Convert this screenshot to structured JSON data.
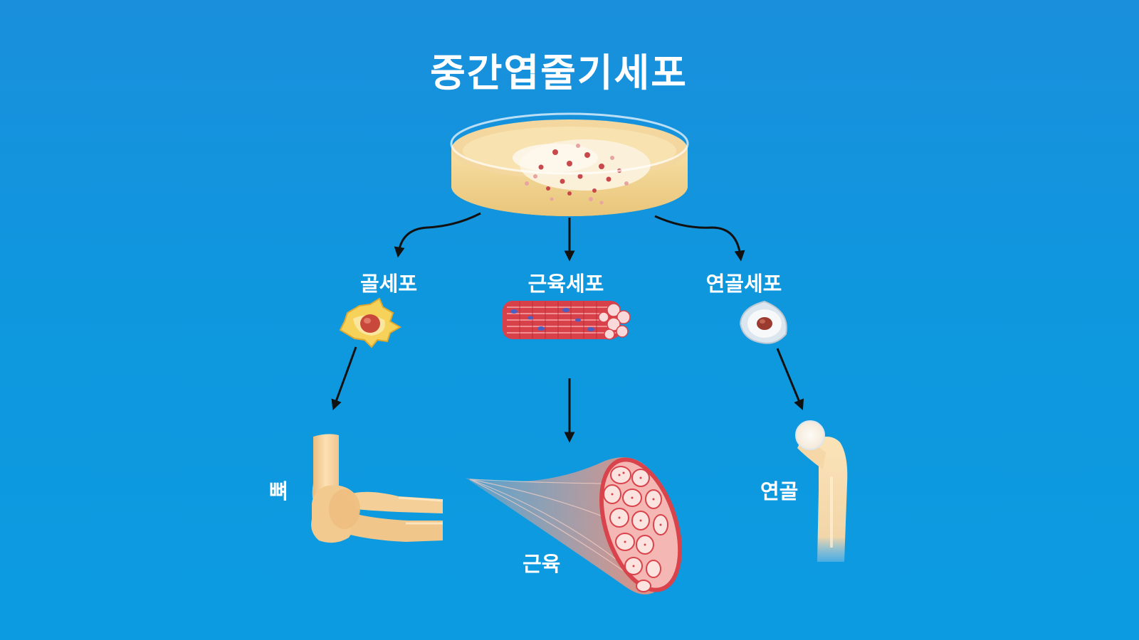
{
  "title": "중간엽줄기세포",
  "cells": {
    "osteocyte": "골세포",
    "myocyte": "근육세포",
    "chondrocyte": "연골세포"
  },
  "tissues": {
    "bone": "뼈",
    "muscle": "근육",
    "cartilage": "연골"
  },
  "icons": [
    "petri-dish-icon",
    "bone-cell-icon",
    "muscle-fiber-icon",
    "cartilage-cell-icon",
    "elbow-bone-icon",
    "muscle-tissue-icon",
    "femur-icon"
  ],
  "colors": {
    "background": "#0f97de",
    "text": "#ffffff",
    "arrow": "#111111"
  }
}
